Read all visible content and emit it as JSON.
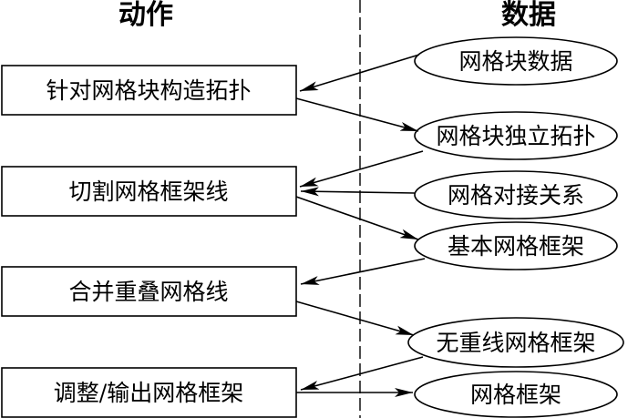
{
  "columns": {
    "left_title": "动作",
    "right_title": "数据"
  },
  "actions": [
    {
      "id": "a1",
      "label": "针对网格块构造拓扑"
    },
    {
      "id": "a2",
      "label": "切割网格框架线"
    },
    {
      "id": "a3",
      "label": "合并重叠网格线"
    },
    {
      "id": "a4",
      "label": "调整/输出网格框架"
    }
  ],
  "data_items": [
    {
      "id": "d1",
      "label": "网格块数据"
    },
    {
      "id": "d2",
      "label": "网格块独立拓扑"
    },
    {
      "id": "d3",
      "label": "网格对接关系"
    },
    {
      "id": "d4",
      "label": "基本网格框架"
    },
    {
      "id": "d5",
      "label": "无重线网格框架"
    },
    {
      "id": "d6",
      "label": "网格框架"
    }
  ],
  "flows": [
    {
      "from": "d1",
      "to": "a1"
    },
    {
      "from": "a1",
      "to": "d2"
    },
    {
      "from": "d2",
      "to": "a2"
    },
    {
      "from": "d3",
      "to": "a2"
    },
    {
      "from": "a2",
      "to": "d4"
    },
    {
      "from": "d4",
      "to": "a3"
    },
    {
      "from": "a3",
      "to": "d5"
    },
    {
      "from": "d5",
      "to": "a4"
    },
    {
      "from": "a4",
      "to": "d6"
    }
  ]
}
